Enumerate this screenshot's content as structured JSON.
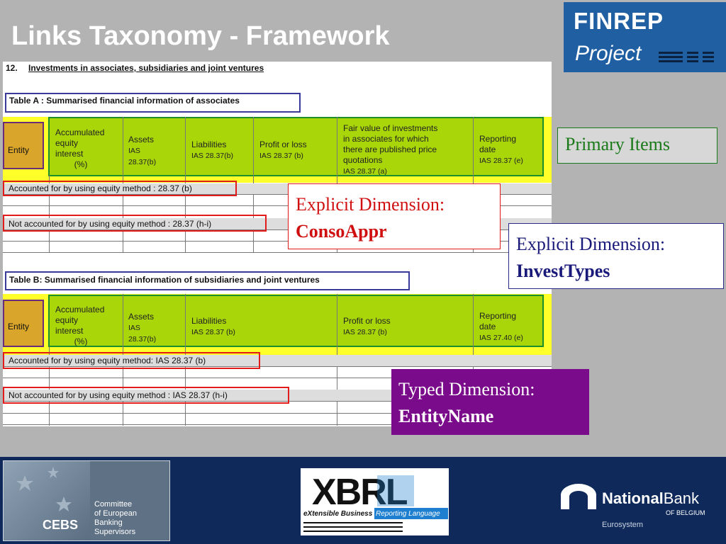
{
  "slide": {
    "title": "Links Taxonomy - Framework",
    "logo": {
      "line1": "FINREP",
      "line2": "Project"
    }
  },
  "doc": {
    "section_number": "12.",
    "section_title": "Investments in associates, subsidiaries and joint ventures",
    "table_a": {
      "title": "Table A : Summarised financial information of associates",
      "entity": "Entity",
      "columns": [
        {
          "lines": [
            "Accumulated",
            "equity",
            "interest",
            "        (%)"
          ]
        },
        {
          "lines": [
            "Assets",
            "IAS",
            "28.37(b)"
          ]
        },
        {
          "lines": [
            "Liabilities",
            "IAS 28.37(b)"
          ]
        },
        {
          "lines": [
            "Profit or loss",
            "IAS 28.37 (b)"
          ]
        },
        {
          "lines": [
            "Fair value of investments",
            "in associates for which",
            "there are published price",
            "quotations",
            "IAS 28.37 (a)"
          ]
        },
        {
          "lines": [
            "Reporting",
            "date",
            "IAS 28.37 (e)"
          ]
        }
      ],
      "row1": "Accounted for by using equity method : 28.37 (b)",
      "row2": "Not accounted for by using equity method : 28.37 (h-i)"
    },
    "table_b": {
      "title": "Table B: Summarised financial information of subsidiaries and joint ventures",
      "entity": "Entity",
      "columns": [
        {
          "lines": [
            "Accumulated",
            "equity",
            "interest",
            "        (%)"
          ]
        },
        {
          "lines": [
            "Assets",
            "IAS",
            "28.37(b)"
          ]
        },
        {
          "lines": [
            "Liabilities",
            "IAS 28.37 (b)"
          ]
        },
        {
          "lines": [
            "Profit or loss",
            "IAS 28.37 (b)"
          ]
        },
        {
          "lines": [
            "Reporting",
            "date",
            "IAS 27.40 (e)"
          ]
        }
      ],
      "row1": "Accounted for by using equity method: IAS 28.37 (b)",
      "row2": "Not accounted for by using equity method : IAS 28.37 (h-i)"
    }
  },
  "callouts": {
    "primary": {
      "text": "Primary Items",
      "color": "#1a7a1a"
    },
    "conso": {
      "label": "Explicit Dimension:",
      "value": "ConsoAppr",
      "color": "#d01010"
    },
    "invest": {
      "label": "Explicit Dimension:",
      "value": "InvestTypes",
      "color": "#1a1a7a"
    },
    "typed": {
      "label": "Typed Dimension:",
      "value": "EntityName",
      "bg": "#7a0b8a"
    }
  },
  "footer": {
    "cebs": {
      "abbr": "CEBS",
      "lines": [
        "Committee",
        "of European",
        "Banking",
        "Supervisors"
      ]
    },
    "xbrl": {
      "word": "XBRL",
      "tagline_left": "eXtensible Business",
      "tagline_right": "Reporting Language"
    },
    "nbb": {
      "name1": "National",
      "name2": "Bank",
      "sub": "OF BELGIUM",
      "eurosystem": "Eurosystem"
    }
  },
  "colors": {
    "background": "#b3b3b3",
    "header_yellow": "#ffff2a",
    "header_green": "#a9d609",
    "footer_navy": "#0f2a5a"
  }
}
